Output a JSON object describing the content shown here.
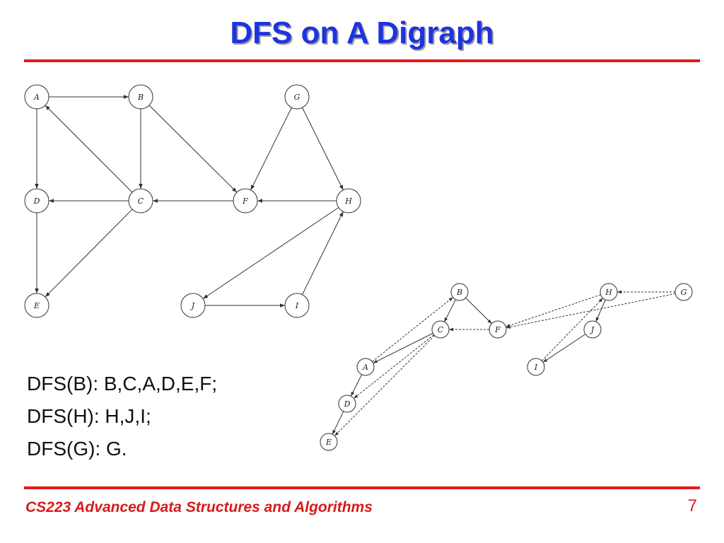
{
  "slide": {
    "title": "DFS on A Digraph",
    "footer": "CS223 Advanced Data Structures and Algorithms",
    "page_number": "7"
  },
  "dfs_results": [
    "DFS(B): B,C,A,D,E,F;",
    "DFS(H): H,J,I;",
    "DFS(G): G."
  ],
  "main_graph": {
    "nodes": [
      "A",
      "B",
      "G",
      "D",
      "C",
      "F",
      "H",
      "E",
      "J",
      "I"
    ],
    "edges": [
      {
        "from": "A",
        "to": "B"
      },
      {
        "from": "A",
        "to": "D"
      },
      {
        "from": "C",
        "to": "A"
      },
      {
        "from": "B",
        "to": "C"
      },
      {
        "from": "B",
        "to": "F"
      },
      {
        "from": "G",
        "to": "F"
      },
      {
        "from": "G",
        "to": "H"
      },
      {
        "from": "C",
        "to": "D"
      },
      {
        "from": "F",
        "to": "C"
      },
      {
        "from": "H",
        "to": "F"
      },
      {
        "from": "D",
        "to": "E"
      },
      {
        "from": "C",
        "to": "E"
      },
      {
        "from": "H",
        "to": "J"
      },
      {
        "from": "J",
        "to": "I"
      },
      {
        "from": "I",
        "to": "H"
      }
    ]
  },
  "dfs_forest": {
    "nodes": [
      "B",
      "C",
      "F",
      "A",
      "D",
      "E",
      "H",
      "G",
      "J",
      "I"
    ],
    "tree_edges": [
      {
        "from": "B",
        "to": "C"
      },
      {
        "from": "B",
        "to": "F"
      },
      {
        "from": "C",
        "to": "A"
      },
      {
        "from": "A",
        "to": "D"
      },
      {
        "from": "D",
        "to": "E"
      },
      {
        "from": "H",
        "to": "J"
      },
      {
        "from": "J",
        "to": "I"
      }
    ],
    "non_tree_edges": [
      {
        "from": "A",
        "to": "B"
      },
      {
        "from": "C",
        "to": "D"
      },
      {
        "from": "C",
        "to": "E"
      },
      {
        "from": "F",
        "to": "C"
      },
      {
        "from": "H",
        "to": "F"
      },
      {
        "from": "G",
        "to": "F"
      },
      {
        "from": "G",
        "to": "H"
      },
      {
        "from": "I",
        "to": "H"
      }
    ]
  }
}
